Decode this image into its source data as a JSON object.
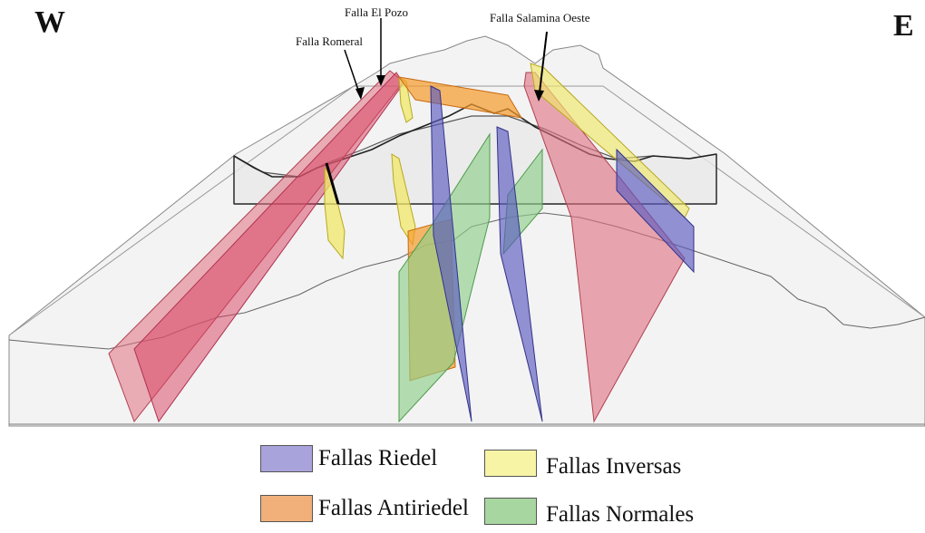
{
  "direction_labels": {
    "west": "W",
    "east": "E"
  },
  "fault_labels": {
    "romeral": "Falla Romeral",
    "el_pozo": "Falla El Pozo",
    "salamina_oeste": "Falla Salamina Oeste"
  },
  "legend": [
    {
      "key": "riedel",
      "label": "Fallas Riedel",
      "color": "#a9a3dc"
    },
    {
      "key": "inversas",
      "label": "Fallas Inversas",
      "color": "#f7f4a6"
    },
    {
      "key": "antiriedel",
      "label": "Fallas Antiriedel",
      "color": "#f1b07a"
    },
    {
      "key": "normales",
      "label": "Fallas Normales",
      "color": "#a8d6a0"
    }
  ],
  "colors": {
    "normal_red": "#e07080",
    "riedel": "#5a5ac0",
    "inversa": "#f0e86a",
    "antiriedel": "#f59a2a",
    "normal_green": "#8fcf8a",
    "block": "#f0f0f0"
  }
}
